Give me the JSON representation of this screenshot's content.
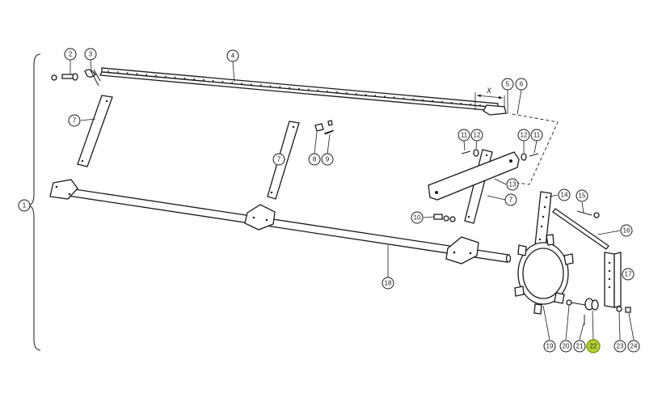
{
  "diagram": {
    "dimension_label": "X",
    "highlight_color": "#b5d334",
    "callouts": [
      {
        "id": "c1",
        "label": "1",
        "highlighted": false
      },
      {
        "id": "c2",
        "label": "2",
        "highlighted": false
      },
      {
        "id": "c3",
        "label": "3",
        "highlighted": false
      },
      {
        "id": "c4",
        "label": "4",
        "highlighted": false
      },
      {
        "id": "c5",
        "label": "5",
        "highlighted": false
      },
      {
        "id": "c6",
        "label": "6",
        "highlighted": false
      },
      {
        "id": "c7a",
        "label": "7",
        "highlighted": false
      },
      {
        "id": "c7b",
        "label": "7",
        "highlighted": false
      },
      {
        "id": "c7c",
        "label": "7",
        "highlighted": false
      },
      {
        "id": "c8",
        "label": "8",
        "highlighted": false
      },
      {
        "id": "c9",
        "label": "9",
        "highlighted": false
      },
      {
        "id": "c10",
        "label": "10",
        "highlighted": false
      },
      {
        "id": "c11a",
        "label": "11",
        "highlighted": false
      },
      {
        "id": "c12a",
        "label": "12",
        "highlighted": false
      },
      {
        "id": "c12b",
        "label": "12",
        "highlighted": false
      },
      {
        "id": "c11b",
        "label": "11",
        "highlighted": false
      },
      {
        "id": "c13",
        "label": "13",
        "highlighted": false
      },
      {
        "id": "c14",
        "label": "14",
        "highlighted": false
      },
      {
        "id": "c15",
        "label": "15",
        "highlighted": false
      },
      {
        "id": "c16",
        "label": "16",
        "highlighted": false
      },
      {
        "id": "c17",
        "label": "17",
        "highlighted": false
      },
      {
        "id": "c18",
        "label": "18",
        "highlighted": false
      },
      {
        "id": "c19",
        "label": "19",
        "highlighted": false
      },
      {
        "id": "c20",
        "label": "20",
        "highlighted": false
      },
      {
        "id": "c21",
        "label": "21",
        "highlighted": false
      },
      {
        "id": "c22",
        "label": "22",
        "highlighted": true
      },
      {
        "id": "c23",
        "label": "23",
        "highlighted": false
      },
      {
        "id": "c24",
        "label": "24",
        "highlighted": false
      }
    ]
  }
}
